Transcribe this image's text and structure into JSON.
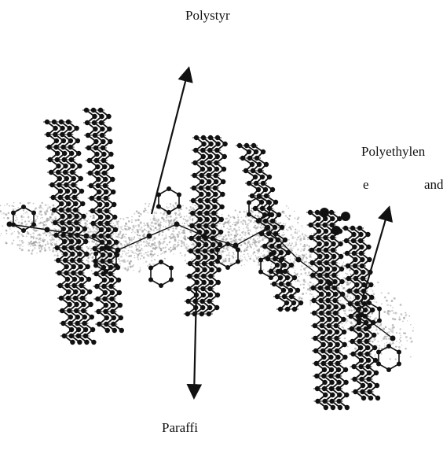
{
  "labels": {
    "top": "Polystyr",
    "bottom": "Paraffi",
    "right_line1": "Polyethylen",
    "right_line2_a": "e",
    "right_line2_b": "and"
  },
  "colors": {
    "ink": "#111111",
    "halo": "#9a9a9a",
    "background": "#ffffff"
  },
  "icons": {
    "arrow": "arrow-icon"
  }
}
